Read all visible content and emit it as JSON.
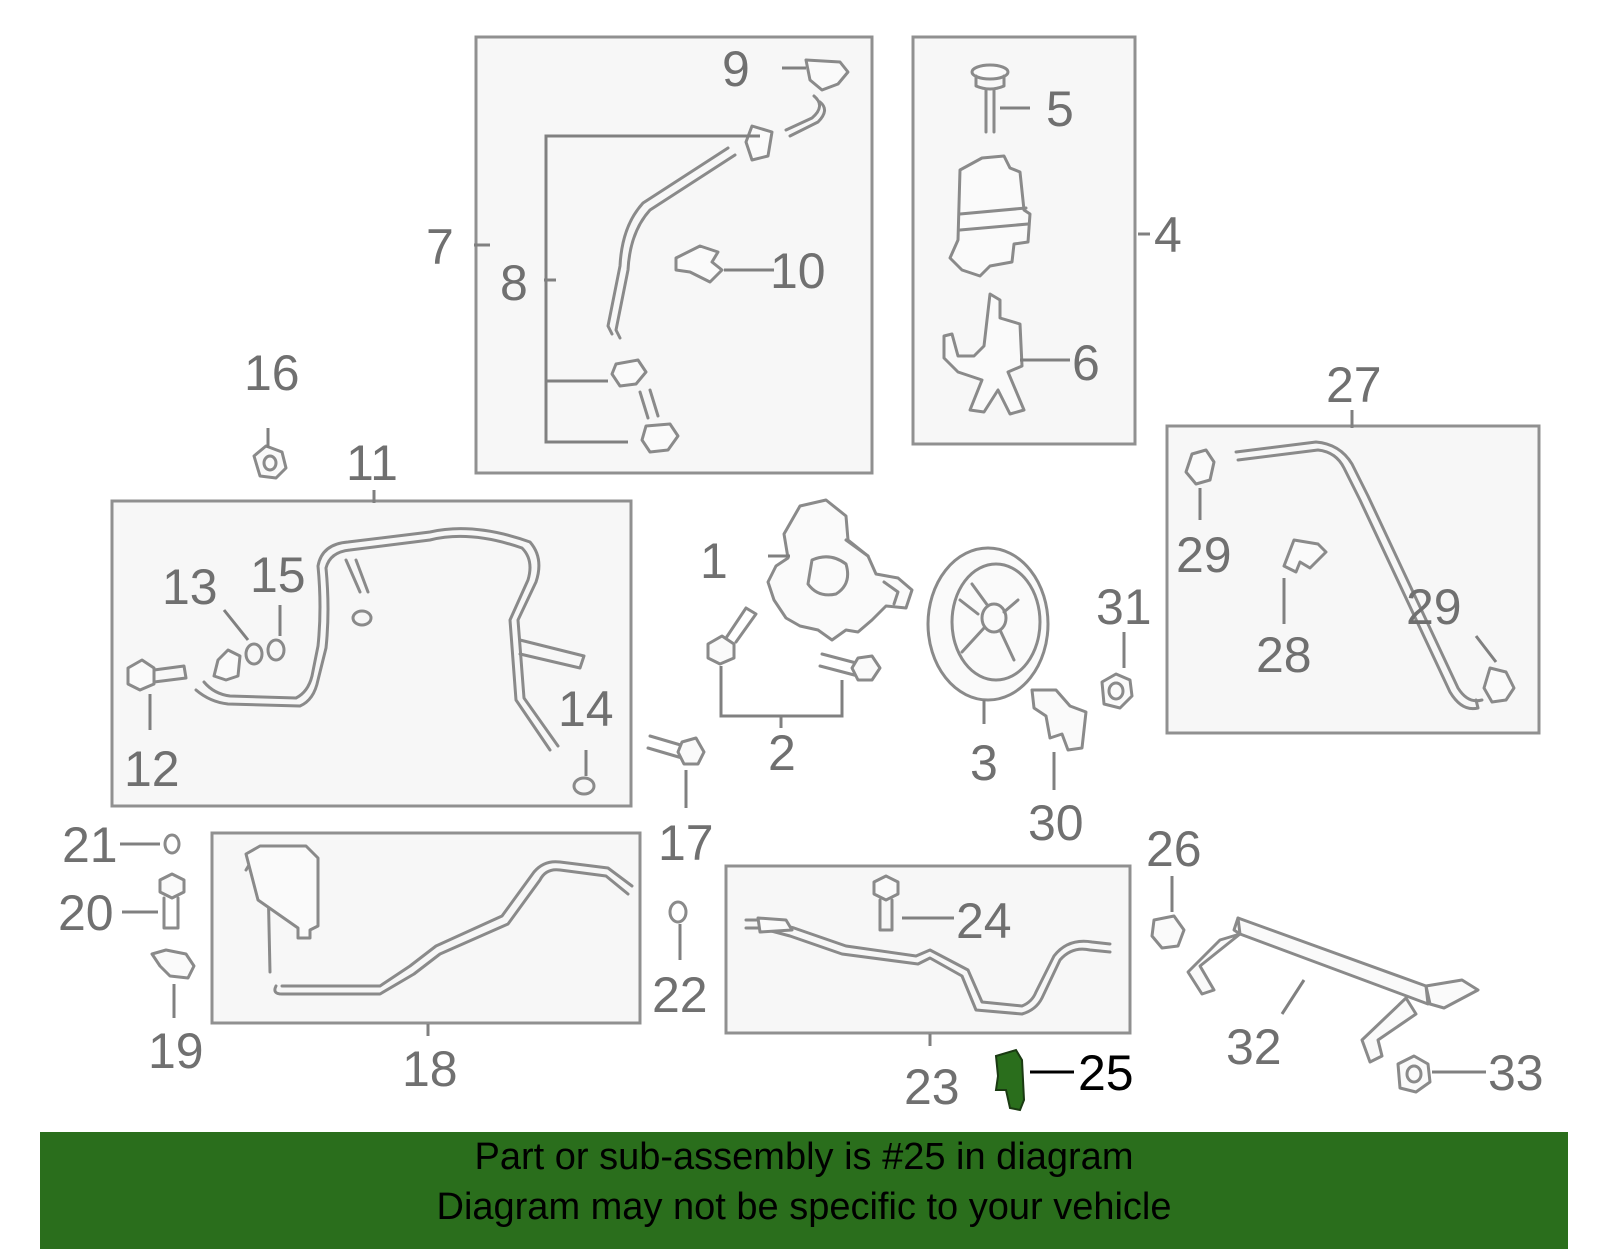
{
  "callouts": {
    "c1": "1",
    "c2": "2",
    "c3": "3",
    "c4": "4",
    "c5": "5",
    "c6": "6",
    "c7": "7",
    "c8": "8",
    "c9": "9",
    "c10": "10",
    "c11": "11",
    "c12": "12",
    "c13": "13",
    "c14": "14",
    "c15": "15",
    "c16": "16",
    "c17": "17",
    "c18": "18",
    "c19": "19",
    "c20": "20",
    "c21": "21",
    "c22": "22",
    "c23": "23",
    "c24": "24",
    "c25": "25",
    "c26": "26",
    "c27": "27",
    "c28": "28",
    "c29a": "29",
    "c29b": "29",
    "c30": "30",
    "c31": "31",
    "c32": "32",
    "c33": "33"
  },
  "highlight": {
    "part": "25",
    "color": "#2a6e1c"
  },
  "banner": {
    "line1": "Part or sub-assembly is #25 in diagram",
    "line2": "Diagram may not be specific to your vehicle",
    "background": "#2a6e1c"
  },
  "colors": {
    "line": "#8a8a8a",
    "label": "#707070",
    "box_fill": "#f7f7f7"
  }
}
